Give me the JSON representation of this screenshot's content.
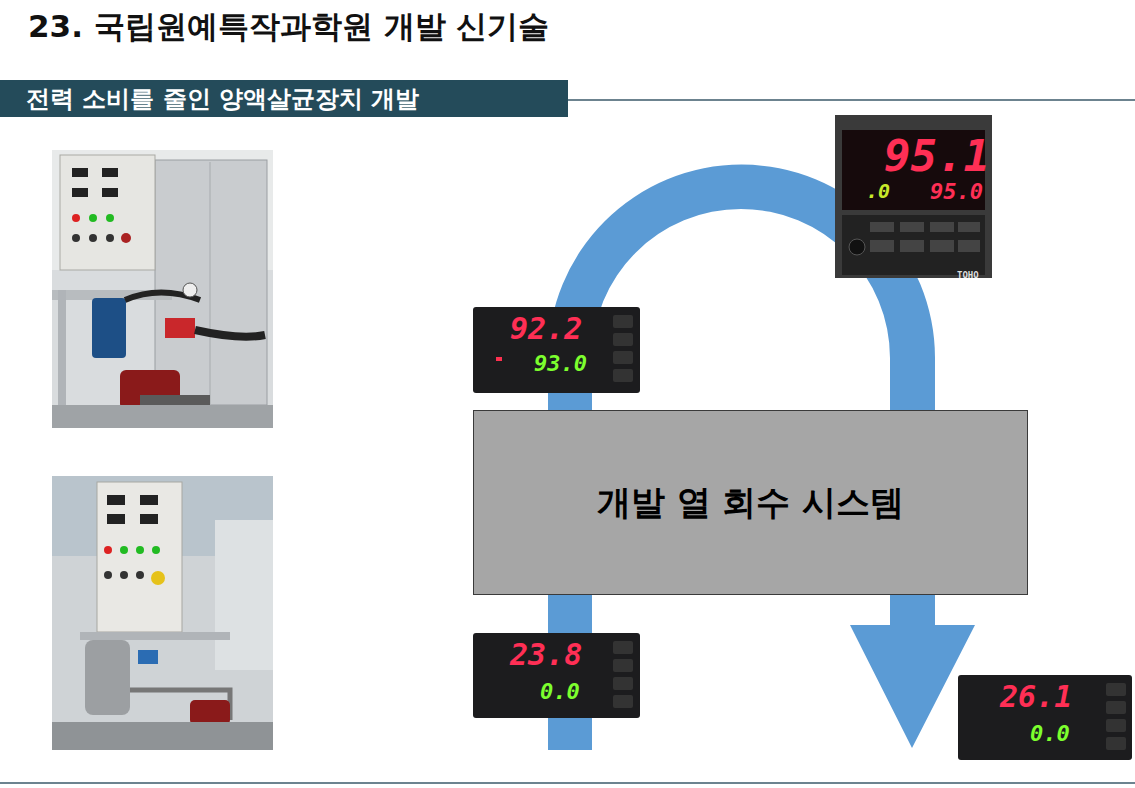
{
  "diagram": {
    "title": "23. 국립원예특작과학원 개발 신기술",
    "nodes": [
      {
        "text": [
          "전력 소비를 줄인 양액살균장치 개발"
        ]
      },
      {
        "text": [
          "개발 열 회수 시스템"
        ]
      }
    ],
    "labels": [
      "92.2",
      "93.0",
      "95.1",
      ".0",
      "95.0",
      "TOHO",
      "23.8",
      "0.0",
      "26.1",
      "0.0"
    ]
  }
}
